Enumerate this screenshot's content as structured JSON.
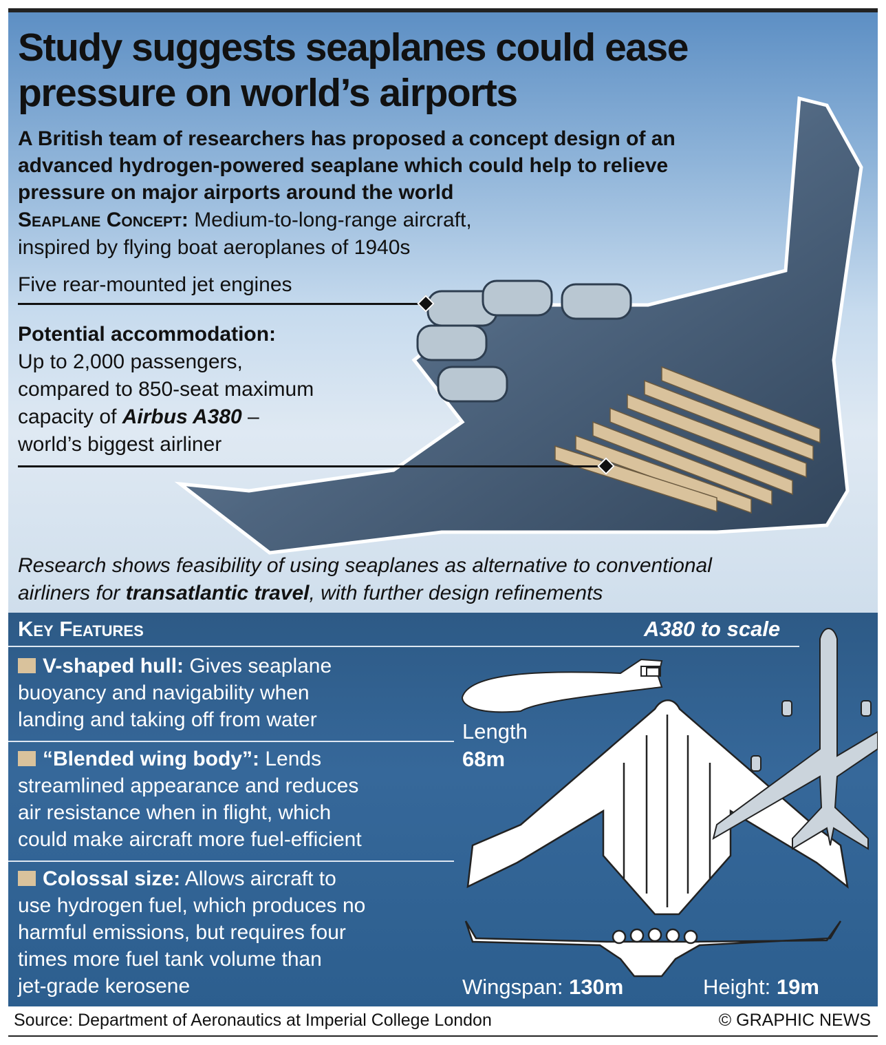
{
  "title_lines": [
    "Study suggests seaplanes could ease",
    "pressure on world’s airports"
  ],
  "subtitle": "A British team of researchers has proposed a concept design of an advanced hydrogen-powered seaplane which could help to relieve pressure on major airports around the world",
  "concept": {
    "label": "Seaplane Concept:",
    "text1": " Medium-to-long-range aircraft,",
    "text2": "inspired by flying boat aeroplanes of 1940s"
  },
  "engines_label": "Five rear-mounted jet engines",
  "accommodation": {
    "label": "Potential accommodation:",
    "l1": "Up to 2,000 passengers,",
    "l2": "compared to 850-seat maximum",
    "l3a": "capacity of ",
    "l3b": "Airbus A380",
    "l3c": " –",
    "l4": "world’s biggest airliner"
  },
  "research": {
    "l1": "Research shows feasibility of using seaplanes as alternative to conventional",
    "l2a": "airliners for ",
    "l2b": "transatlantic travel",
    "l2c": ", with further design refinements"
  },
  "key_features": {
    "heading": "Key Features",
    "items": [
      {
        "label": "V-shaped hull:",
        "lines": [
          " Gives seaplane",
          "buoyancy and navigability when",
          "landing and taking off from water"
        ]
      },
      {
        "label": "“Blended wing body”:",
        "lines": [
          " Lends",
          "streamlined appearance and reduces",
          "air resistance when in flight, which",
          "could make aircraft more fuel-efficient"
        ]
      },
      {
        "label": "Colossal size:",
        "lines": [
          " Allows aircraft to",
          "use hydrogen fuel, which produces no",
          "harmful emissions, but requires four",
          "times more fuel tank volume than",
          "jet-grade kerosene"
        ]
      }
    ]
  },
  "scale": {
    "a380_label": "A380 to scale",
    "length_label": "Length",
    "length_value": "68m",
    "wingspan_label": "Wingspan: ",
    "wingspan_value": "130m",
    "height_label": "Height: ",
    "height_value": "19m"
  },
  "footer": {
    "source": "Source: Department of Aeronautics at Imperial College London",
    "credit": "© GRAPHIC NEWS"
  },
  "colors": {
    "seat_rows": "#d9c29c",
    "plane_body": "#5b7189",
    "sea": "#2d5a86"
  }
}
